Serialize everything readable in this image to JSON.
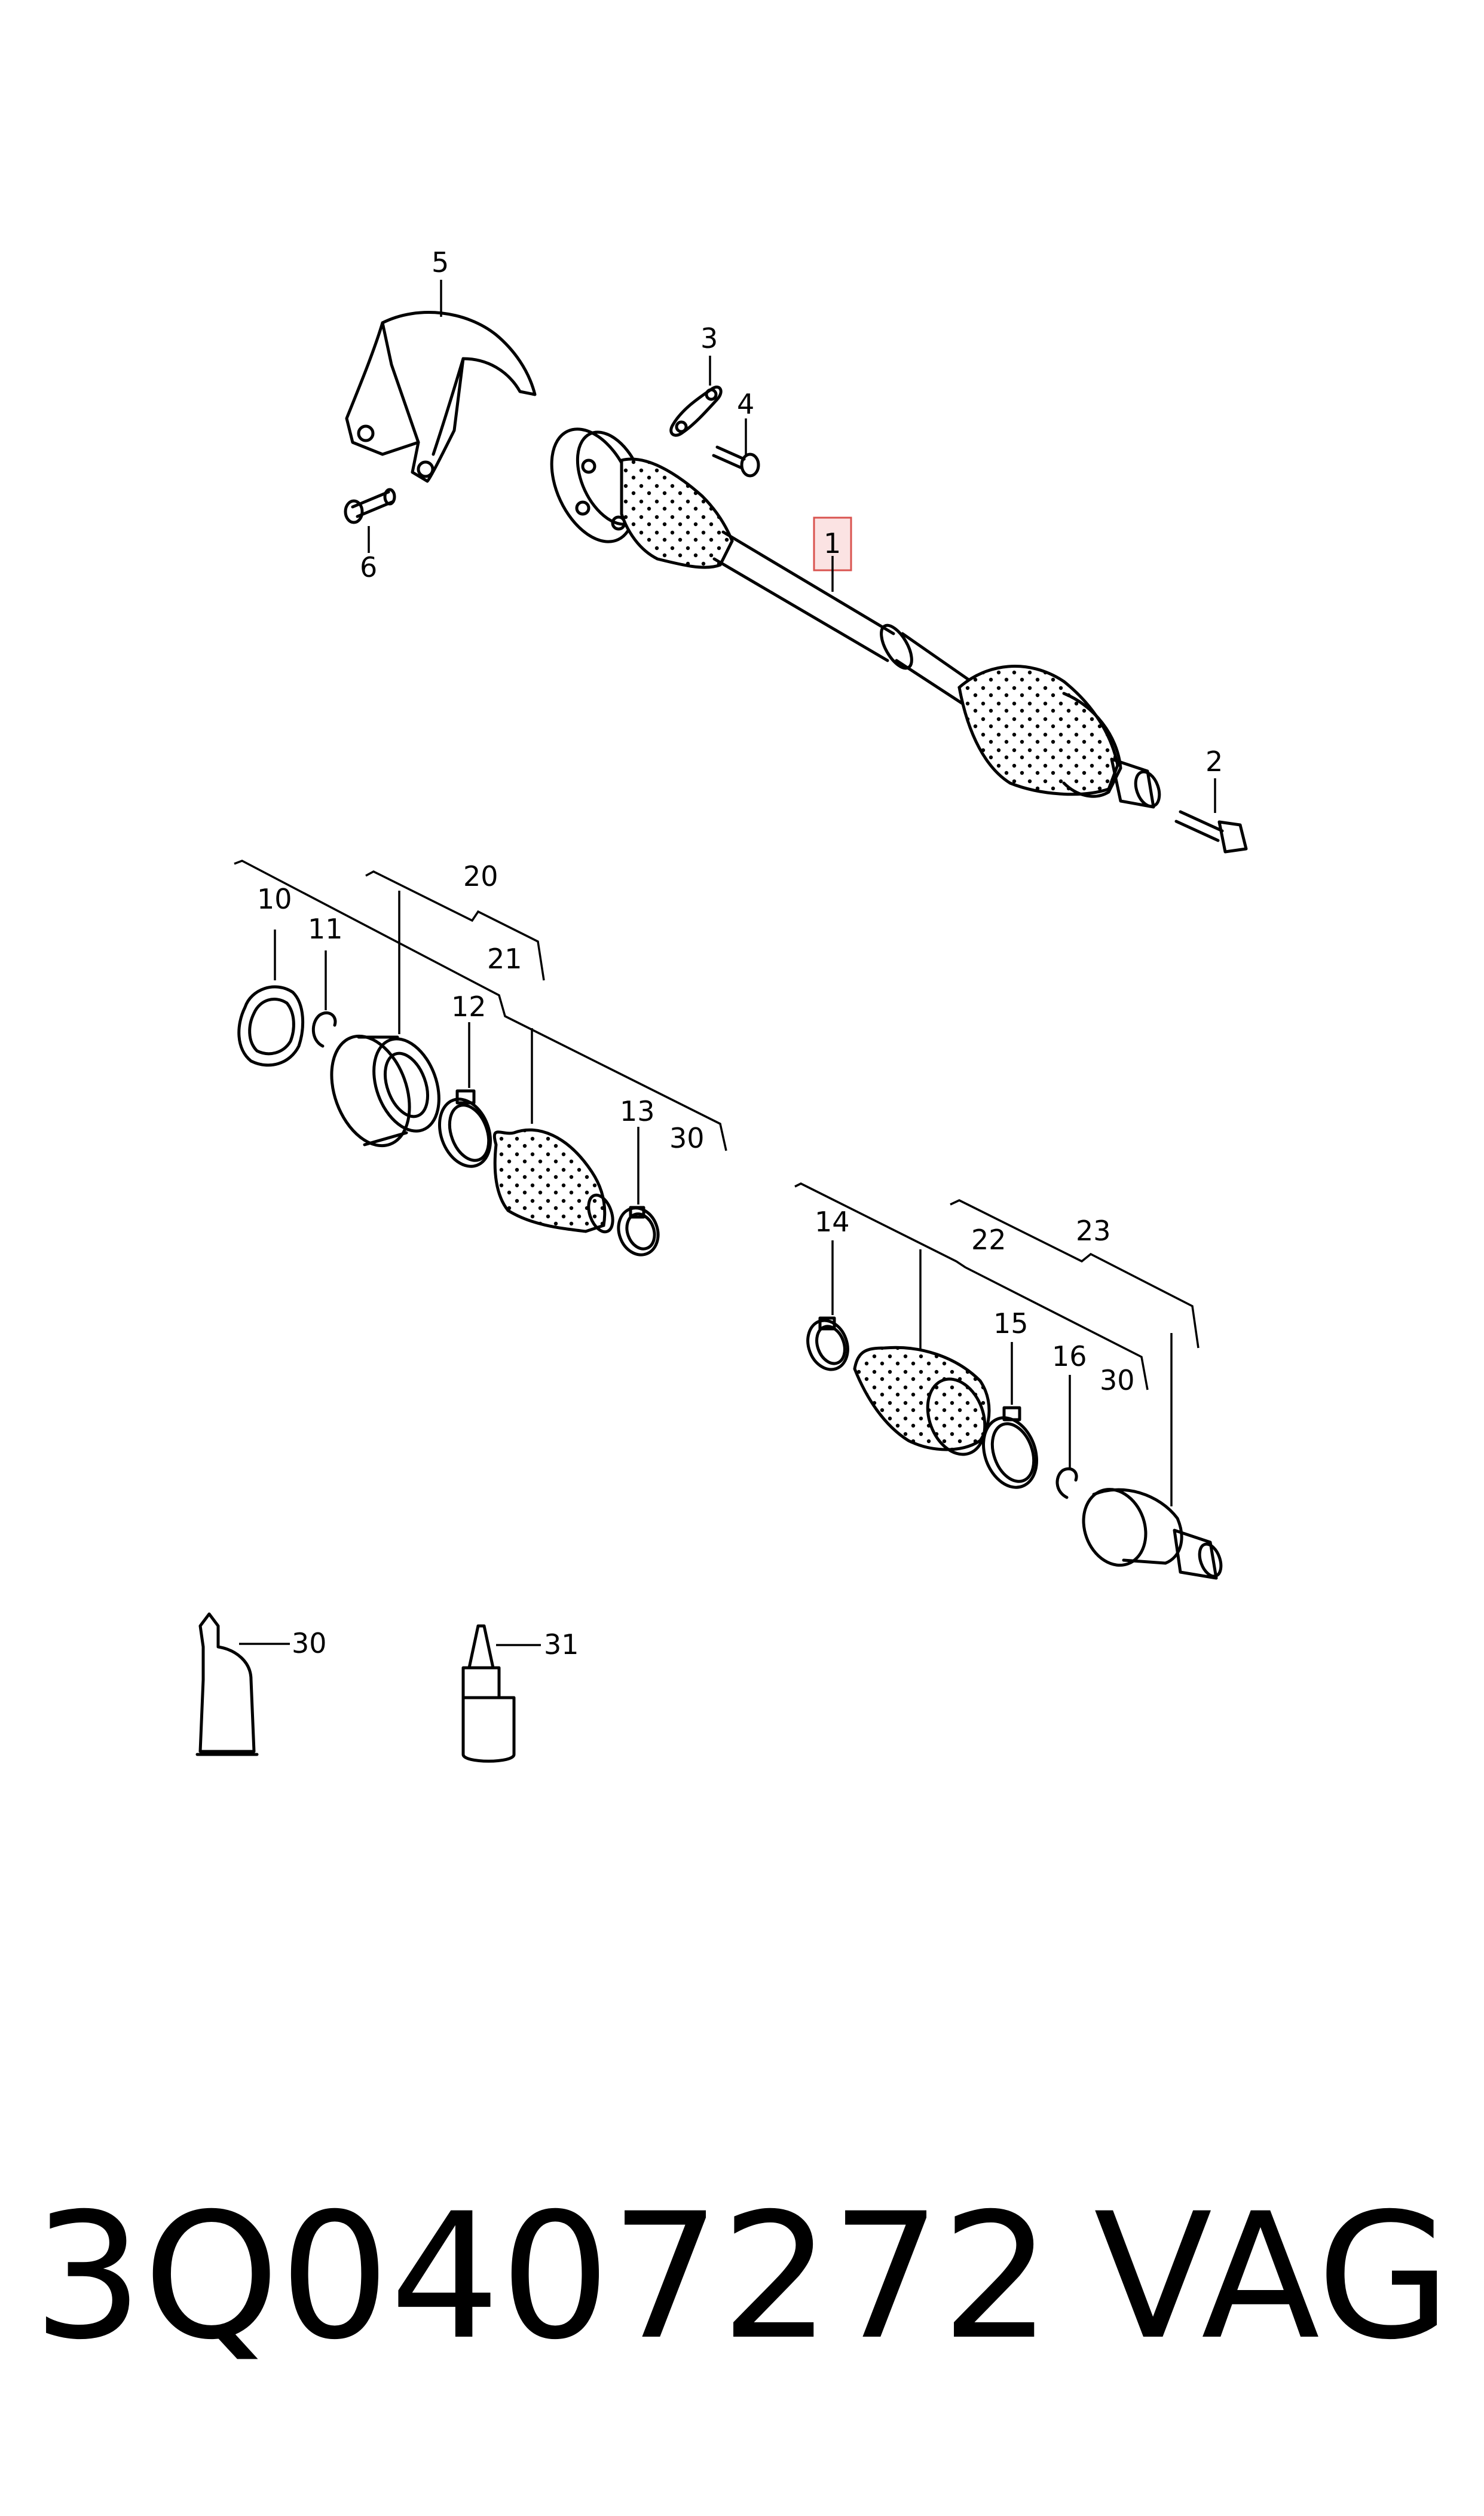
{
  "callouts": {
    "c1": "1",
    "c2": "2",
    "c3": "3",
    "c4": "4",
    "c5": "5",
    "c6": "6",
    "c10": "10",
    "c11": "11",
    "c12": "12",
    "c13": "13",
    "c14": "14",
    "c15": "15",
    "c16": "16",
    "c20": "20",
    "c21": "21",
    "c22": "22",
    "c23": "23",
    "c30a": "30",
    "c30b": "30",
    "c30c": "30",
    "c31": "31"
  },
  "footer": {
    "part_number": "3Q0407272",
    "brand": "VAG"
  },
  "colors": {
    "line": "#000000",
    "highlight_border": "#d9534f",
    "highlight_fill": "#fbe3e3",
    "background": "#ffffff"
  }
}
